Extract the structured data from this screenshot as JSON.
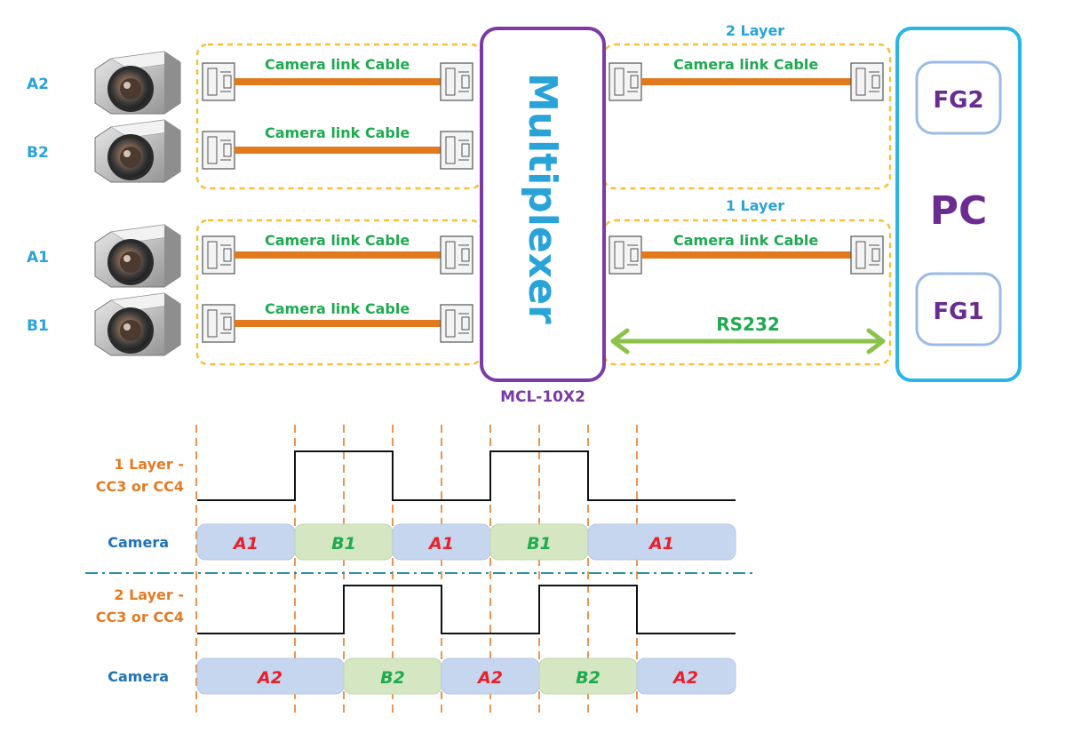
{
  "cameras": [
    {
      "id": "A2",
      "label": "A2"
    },
    {
      "id": "B2",
      "label": "B2"
    },
    {
      "id": "A1",
      "label": "A1"
    },
    {
      "id": "B1",
      "label": "B1"
    }
  ],
  "cable_label": "Camera link Cable",
  "layers": {
    "top": "2 Layer",
    "bottom": "1 Layer"
  },
  "multiplexer": {
    "text": "Multiplexer",
    "model": "MCL-10X2"
  },
  "rs232_label": "RS232",
  "pc": {
    "title": "PC",
    "fg_top": "FG2",
    "fg_bottom": "FG1"
  },
  "timing": {
    "layer1_signal": [
      "1 Layer -",
      "CC3 or CC4"
    ],
    "layer2_signal": [
      "2 Layer -",
      "CC3 or CC4"
    ],
    "camera_row_label": "Camera",
    "layer1_slots": [
      "A1",
      "B1",
      "A1",
      "B1",
      "A1"
    ],
    "layer2_slots": [
      "A2",
      "B2",
      "A2",
      "B2",
      "A2"
    ]
  },
  "colors": {
    "cable": "#e07a1c",
    "dashed_box": "#f5c13a",
    "multiplexer_border": "#7b3aa6",
    "multiplexer_text": "#29a3d8",
    "pc_border": "#29b5e8",
    "pc_text": "#6a2c91",
    "fg_border": "#9bbbe6",
    "rs232": "#8bc34a",
    "slot_a_fill": "#c5d6ee",
    "slot_b_fill": "#d4e6c2",
    "slot_a_text": "#e8202a",
    "slot_b_text": "#1faa50",
    "guide_line": "#e47b26",
    "separator": "#2a8fa8"
  }
}
